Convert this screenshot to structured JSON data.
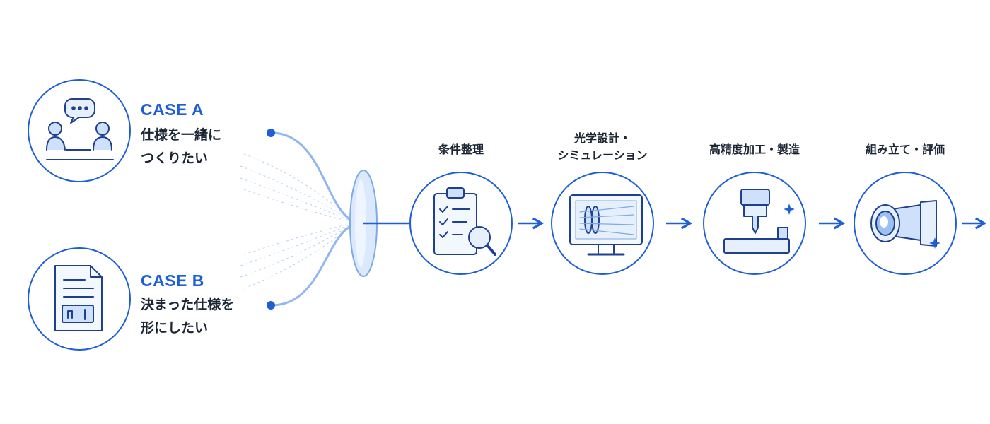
{
  "cases": [
    {
      "title": "CASE A",
      "desc_line1": "仕様を一緒に",
      "desc_line2": "つくりたい",
      "icon": "conversation-people-icon"
    },
    {
      "title": "CASE B",
      "desc_line1": "決まった仕様を",
      "desc_line2": "形にしたい",
      "icon": "specification-document-icon"
    }
  ],
  "lens_icon": "converging-lens-icon",
  "steps": [
    {
      "line1": "条件整理",
      "line2": "",
      "icon": "checklist-magnifier-icon"
    },
    {
      "line1": "光学設計・",
      "line2": "シミュレーション",
      "icon": "monitor-simulation-icon"
    },
    {
      "line1": "高精度加工・製造",
      "line2": "",
      "icon": "cnc-machining-icon"
    },
    {
      "line1": "組み立て・評価",
      "line2": "",
      "icon": "lens-assembly-icon"
    }
  ],
  "colors": {
    "primary": "#1f5fd6",
    "light": "#9cc0f2",
    "fill": "#e6f0fd",
    "text": "#1b2533"
  }
}
